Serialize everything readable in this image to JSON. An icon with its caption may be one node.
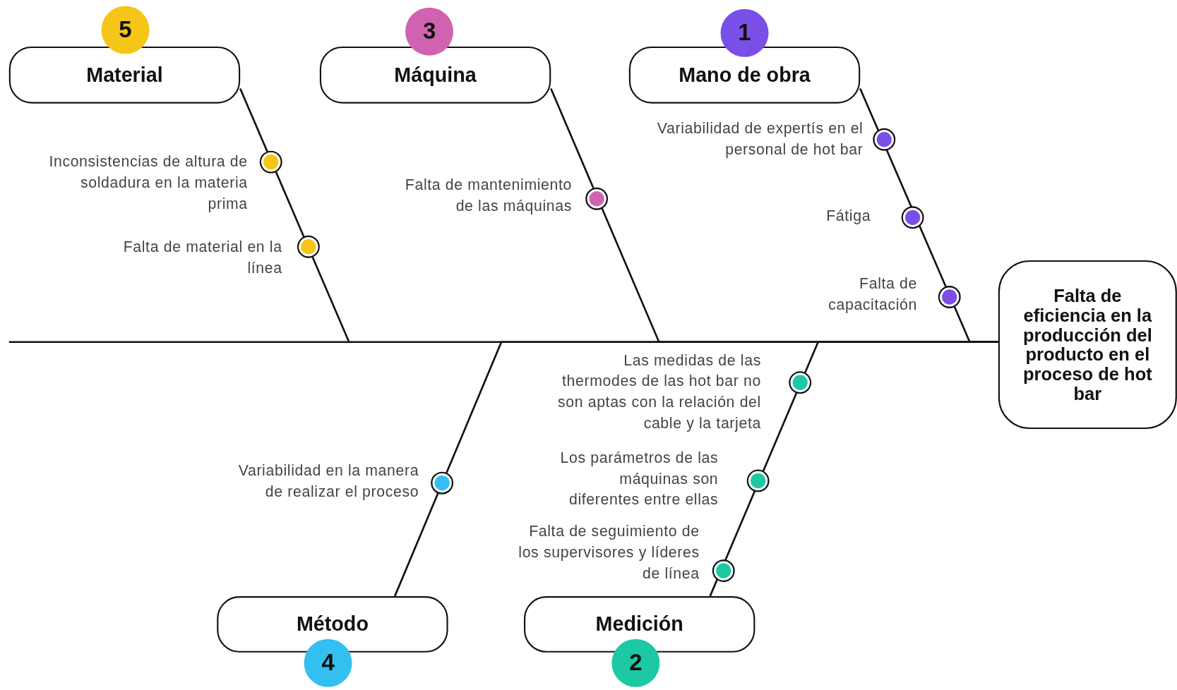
{
  "diagram": {
    "nodes": [
      {
        "text": [
          "5"
        ]
      },
      {
        "text": [
          "Material"
        ]
      },
      {
        "text": [
          "3"
        ]
      },
      {
        "text": [
          "Máquina"
        ]
      },
      {
        "text": [
          "1"
        ]
      },
      {
        "text": [
          "Mano de obra"
        ]
      },
      {
        "text": [
          "Variabilidad de expertís en el personal de hot bar"
        ]
      },
      {
        "text": [
          "Inconsistencias de altura de soldadura en la materia prima"
        ]
      },
      {
        "text": [
          "Falta de mantenimiento de las máquinas"
        ]
      },
      {
        "text": [
          "Falta de material en la línea"
        ]
      },
      {
        "text": [
          "Fátiga"
        ]
      },
      {
        "text": [
          "Falta de capacitación"
        ]
      },
      {
        "text": [
          "Falta de eficiencia en la producción del producto en el proceso de hot bar"
        ]
      },
      {
        "text": [
          "Las medidas de las thermodes de las hot bar no son aptas con la relación del cable y la tarjeta"
        ]
      },
      {
        "text": [
          "Los parámetros de las máquinas son diferentes entre ellas"
        ]
      },
      {
        "text": [
          "Variabilidad en la manera de realizar el proceso"
        ]
      },
      {
        "text": [
          "Falta de seguimiento de los supervisores y líderes de línea"
        ]
      },
      {
        "text": [
          "Método"
        ]
      },
      {
        "text": [
          "Medición"
        ]
      },
      {
        "text": [
          "4"
        ]
      },
      {
        "text": [
          "2"
        ]
      }
    ],
    "edges": [
      {
        "from": 1,
        "to": 12,
        "arrow": "none"
      },
      {
        "from": 3,
        "to": 12,
        "arrow": "none"
      },
      {
        "from": 5,
        "to": 12,
        "arrow": "none"
      },
      {
        "from": 17,
        "to": 12,
        "arrow": "none"
      },
      {
        "from": 18,
        "to": 12,
        "arrow": "none"
      }
    ]
  }
}
